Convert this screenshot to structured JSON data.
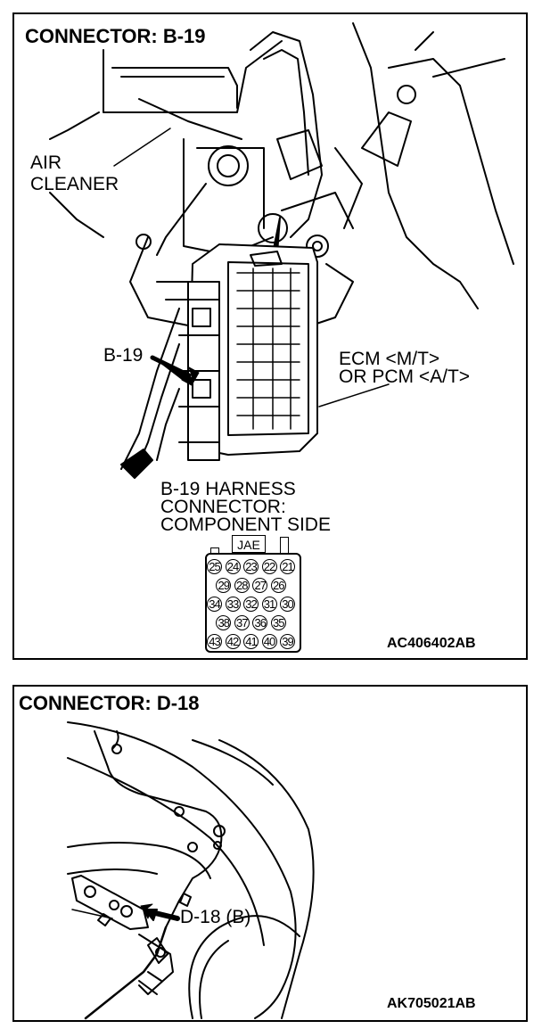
{
  "panel1": {
    "title": "CONNECTOR: B-19",
    "air_cleaner_line1": "AIR",
    "air_cleaner_line2": "CLEANER",
    "pointer_label": "B-19",
    "ecm_line1": "ECM <M/T>",
    "ecm_line2": "OR PCM <A/T>",
    "harness_line1": "B-19 HARNESS",
    "harness_line2": "CONNECTOR:",
    "harness_line3": "COMPONENT SIDE",
    "connector_brand": "JAE",
    "pin_rows": [
      [
        "25",
        "24",
        "23",
        "22",
        "21"
      ],
      [
        "29",
        "28",
        "27",
        "26"
      ],
      [
        "34",
        "33",
        "32",
        "31",
        "30"
      ],
      [
        "38",
        "37",
        "36",
        "35"
      ],
      [
        "43",
        "42",
        "41",
        "40",
        "39"
      ]
    ],
    "figure_code": "AC406402AB"
  },
  "panel2": {
    "title": "CONNECTOR: D-18",
    "pointer_label": "D-18 (B)",
    "figure_code": "AK705021AB"
  }
}
